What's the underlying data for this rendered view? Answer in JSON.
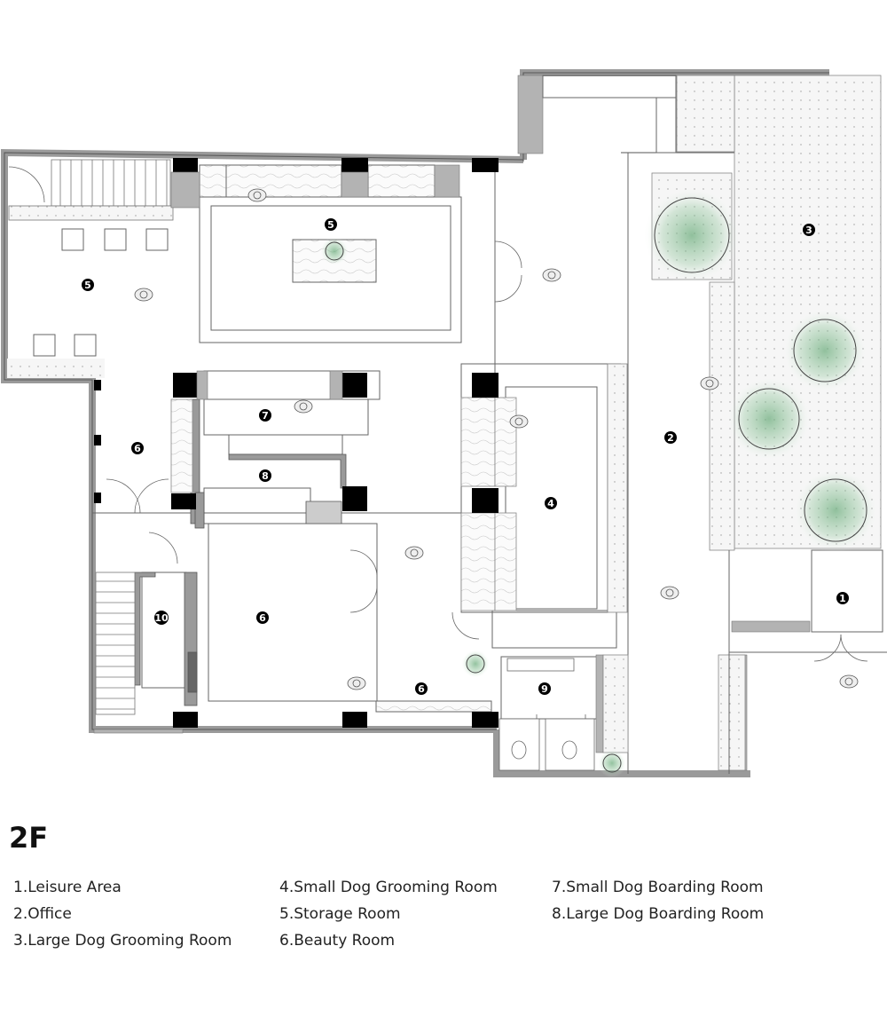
{
  "floor": "2F",
  "legend": {
    "col1": [
      "1.Leisure Area",
      "2.Office",
      "3.Large Dog Grooming Room"
    ],
    "col2": [
      "4.Small Dog Grooming Room",
      "5.Storage Room",
      "6.Beauty Room"
    ],
    "col3": [
      "7.Small Dog Boarding Room",
      "8.Large Dog Boarding Room"
    ]
  },
  "markers": [
    "1",
    "2",
    "3",
    "4",
    "5",
    "5",
    "6",
    "6",
    "6",
    "7",
    "8",
    "9",
    "10"
  ],
  "colors": {
    "wall": "#9a9a9a",
    "column": "#000000",
    "planting": "#6fae7f",
    "line": "#555555"
  }
}
